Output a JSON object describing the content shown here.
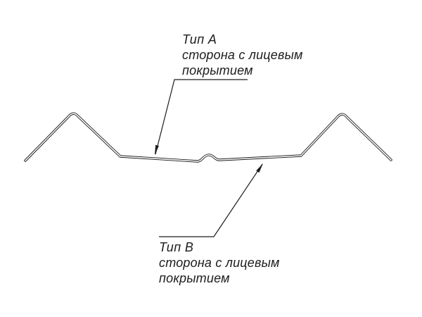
{
  "page": {
    "background": "#ffffff"
  },
  "drawing": {
    "line_color": "#1c1c1c"
  },
  "annotations": {
    "type_a": {
      "title": "Тип A",
      "line1": "сторона с лицевым",
      "line2": "покрытием"
    },
    "type_b": {
      "title": "Тип B",
      "line1": "сторона с лицевым",
      "line2": "покрытием"
    }
  }
}
